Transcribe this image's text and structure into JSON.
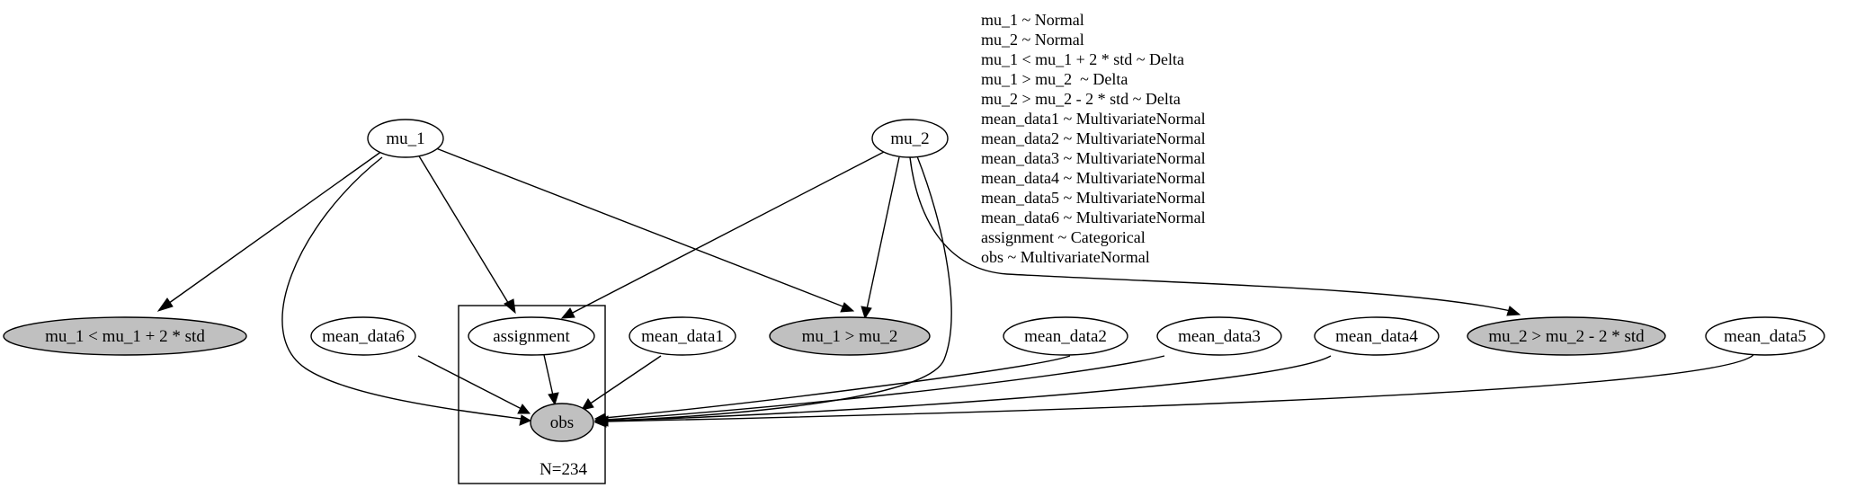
{
  "nodes": {
    "mu_1": {
      "label": "mu_1",
      "observed": false
    },
    "mu_2": {
      "label": "mu_2",
      "observed": false
    },
    "pot_mu1_lt": {
      "label": "mu_1 < mu_1 + 2 * std",
      "observed": true
    },
    "mean_data6": {
      "label": "mean_data6",
      "observed": false
    },
    "assignment": {
      "label": "assignment",
      "observed": false
    },
    "mean_data1": {
      "label": "mean_data1",
      "observed": false
    },
    "pot_mu1_gt_mu2": {
      "label": "mu_1 > mu_2",
      "observed": true
    },
    "mean_data2": {
      "label": "mean_data2",
      "observed": false
    },
    "mean_data3": {
      "label": "mean_data3",
      "observed": false
    },
    "mean_data4": {
      "label": "mean_data4",
      "observed": false
    },
    "pot_mu2_gt": {
      "label": "mu_2 > mu_2 - 2 * std",
      "observed": true
    },
    "mean_data5": {
      "label": "mean_data5",
      "observed": false
    },
    "obs": {
      "label": "obs",
      "observed": true
    }
  },
  "plate": {
    "label": "N=234"
  },
  "legend": [
    "mu_1 ~ Normal",
    "mu_2 ~ Normal",
    "mu_1 < mu_1 + 2 * std ~ Delta",
    "mu_1 > mu_2  ~ Delta",
    "mu_2 > mu_2 - 2 * std ~ Delta",
    "mean_data1 ~ MultivariateNormal",
    "mean_data2 ~ MultivariateNormal",
    "mean_data3 ~ MultivariateNormal",
    "mean_data4 ~ MultivariateNormal",
    "mean_data5 ~ MultivariateNormal",
    "mean_data6 ~ MultivariateNormal",
    "assignment ~ Categorical",
    "obs ~ MultivariateNormal"
  ],
  "colors": {
    "observed_fill": "#c0c0c0",
    "latent_fill": "#ffffff",
    "stroke": "#000000"
  }
}
